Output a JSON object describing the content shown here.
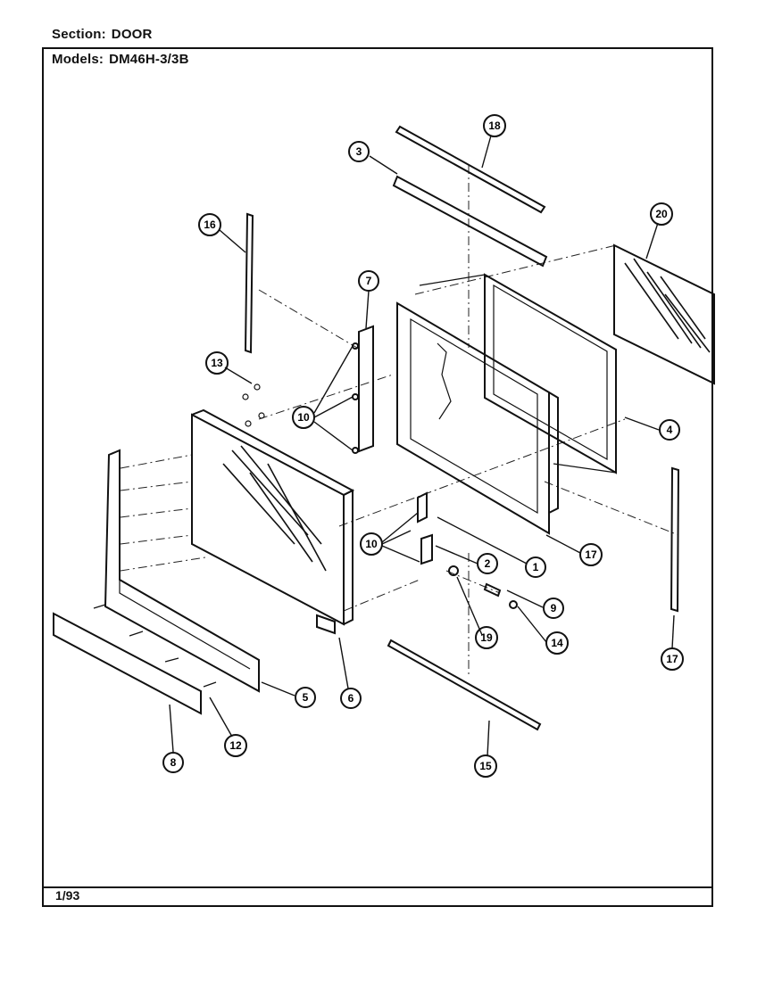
{
  "header": {
    "section_label": "Section:",
    "section_value": "DOOR",
    "models_label": "Models:",
    "models_value": "DM46H-3/3B"
  },
  "footer": {
    "date_code": "1/93"
  },
  "callouts": {
    "c1": "1",
    "c2": "2",
    "c3": "3",
    "c4": "4",
    "c5": "5",
    "c6": "6",
    "c7": "7",
    "c8": "8",
    "c9": "9",
    "c10a": "10",
    "c10b": "10",
    "c12": "12",
    "c13": "13",
    "c14": "14",
    "c15": "15",
    "c16": "16",
    "c17a": "17",
    "c17b": "17",
    "c18": "18",
    "c19": "19",
    "c20": "20"
  }
}
